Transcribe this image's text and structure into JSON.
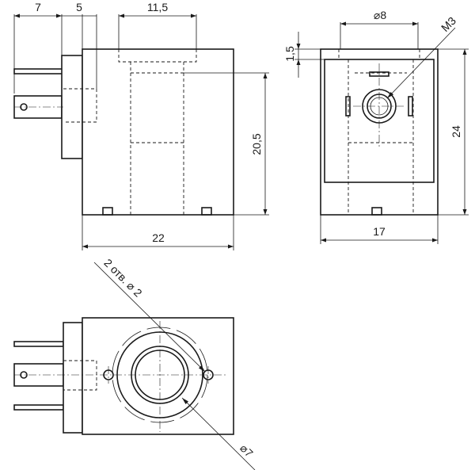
{
  "dimensions": {
    "side_lead_width": "7",
    "side_flange_width": "5",
    "side_inner_width": "11,5",
    "side_height": "20,5",
    "side_length": "22",
    "front_bore": "⌀8",
    "front_thread": "M3",
    "front_top_offset": "1,5",
    "front_height": "24",
    "front_width": "17",
    "bottom_holes": "2 отв. ⌀ 2",
    "bottom_ring": "⌀7"
  },
  "colors": {
    "line": "#1a1a1a",
    "background": "#ffffff"
  }
}
